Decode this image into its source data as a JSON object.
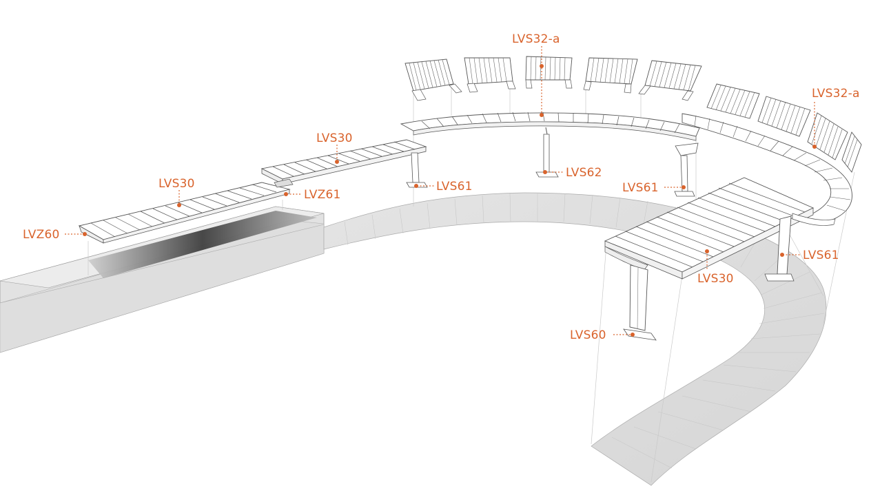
{
  "colors": {
    "label": "#d9632c",
    "outline": "#555555",
    "floor": "#e6e6e6",
    "block": "#e0e0e0",
    "block_shadow": "#4a4a4a"
  },
  "labels": {
    "lvs32a_top": "LVS32-a",
    "lvs32a_right": "LVS32-a",
    "lvs30_mid": "LVS30",
    "lvs30_left": "LVS30",
    "lvz61": "LVZ61",
    "lvz60": "LVZ60",
    "lvs61_center": "LVS61",
    "lvs62": "LVS62",
    "lvs61_right": "LVS61",
    "lvs61_far": "LVS61",
    "lvs30_front": "LVS30",
    "lvs60": "LVS60"
  }
}
